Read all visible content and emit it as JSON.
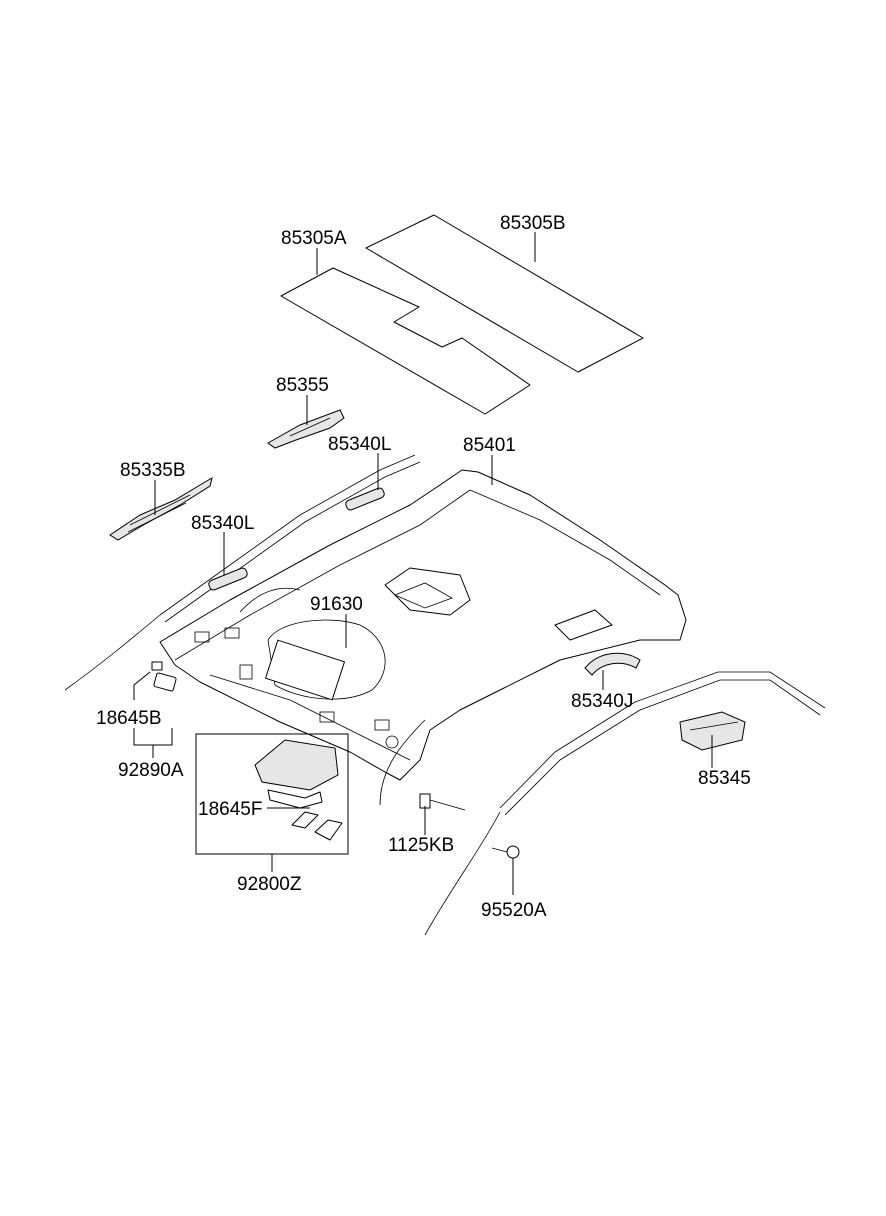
{
  "parts": {
    "p85305A": "85305A",
    "p85305B": "85305B",
    "p85355": "85355",
    "p85340L_top": "85340L",
    "p85401": "85401",
    "p85335B": "85335B",
    "p85340L_left": "85340L",
    "p91630": "91630",
    "p85340J": "85340J",
    "p85345": "85345",
    "p18645B": "18645B",
    "p92890A": "92890A",
    "p18645F": "18645F",
    "p1125KB": "1125KB",
    "p92800Z": "92800Z",
    "p95520A": "95520A"
  }
}
